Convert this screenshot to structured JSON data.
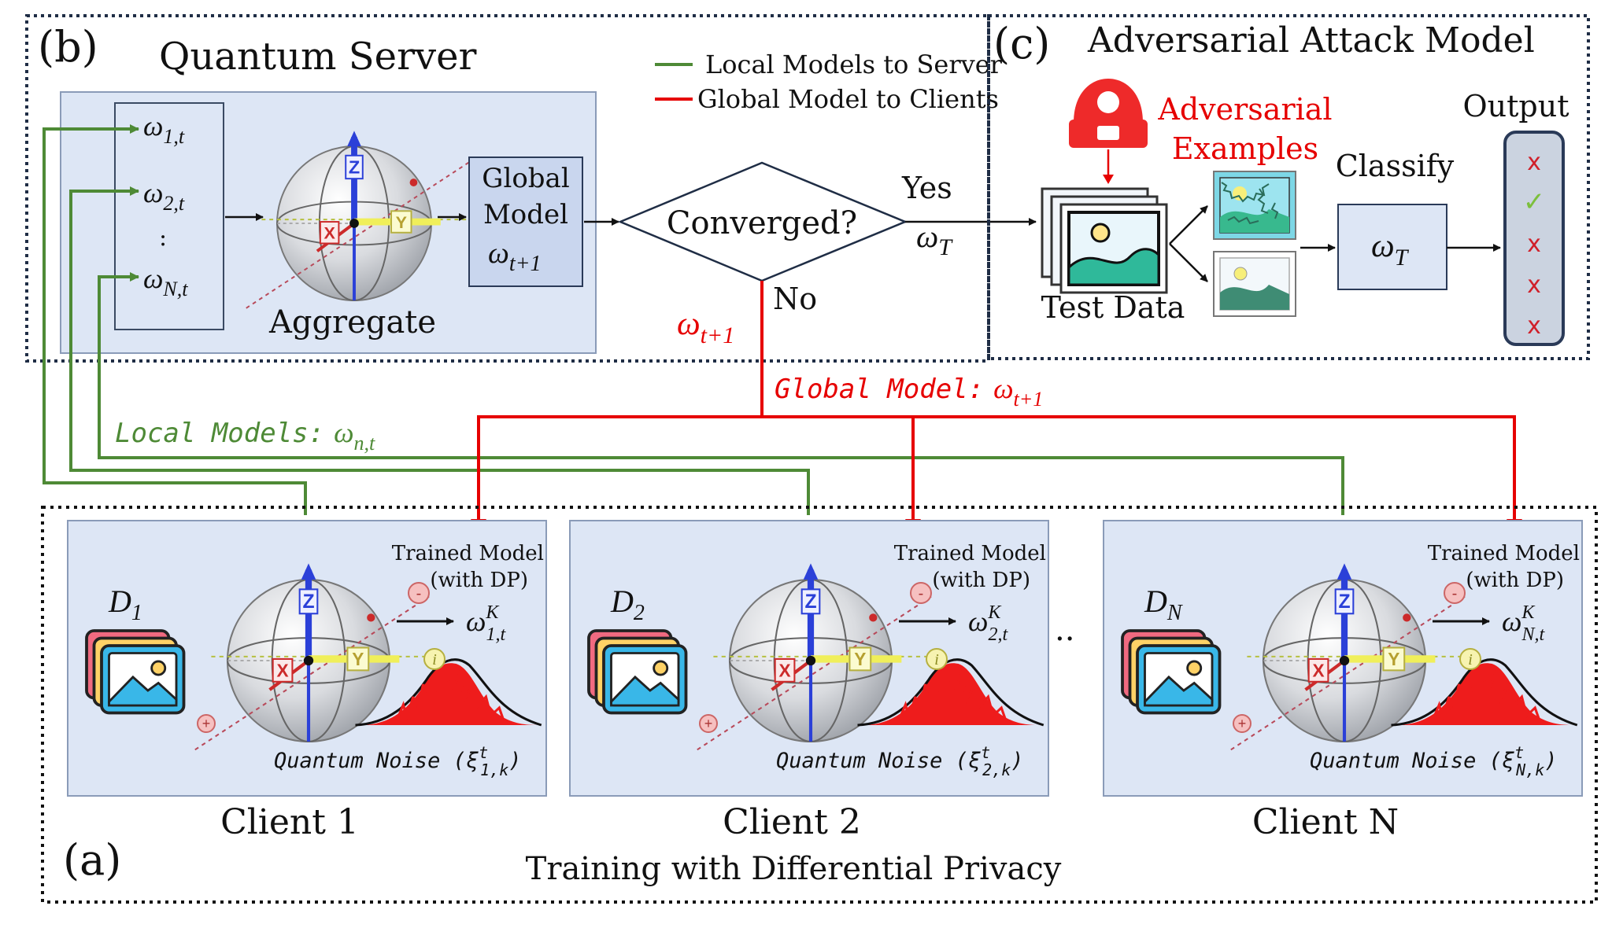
{
  "colors": {
    "green": "#4e8a36",
    "red": "#e60000",
    "panel": "#dde6f5",
    "border": "#1f2d45",
    "output_bg": "#cbd3e0"
  },
  "server": {
    "tag": "(b)",
    "title": "Quantum Server",
    "w1_base": "ω",
    "w1_sub": "1,t",
    "w2_base": "ω",
    "w2_sub": "2,t",
    "dots": ":",
    "wN_base": "ω",
    "wN_sub": "N,t",
    "aggregate_label": "Aggregate",
    "global_line1": "Global",
    "global_line2": "Model",
    "global_w_base": "ω",
    "global_w_sub": "t+1"
  },
  "legend": {
    "local": "Local Models to Server",
    "global": "Global Model to Clients"
  },
  "decision": {
    "label": "Converged?",
    "yes": "Yes",
    "no": "No",
    "wT_base": "ω",
    "wT_sub": "T",
    "wt1_base": "ω",
    "wt1_sub": "t+1"
  },
  "flow_labels": {
    "global_model_prefix": "Global Model:",
    "global_model_base": "ω",
    "global_model_sub": "t+1",
    "local_models_prefix": "Local Models:",
    "local_models_base": "ω",
    "local_models_sub": "n,t"
  },
  "attack": {
    "tag": "(c)",
    "title": "Adversarial Attack Model",
    "adv_line1": "Adversarial",
    "adv_line2": "Examples",
    "classify": "Classify",
    "output": "Output",
    "test_data": "Test Data",
    "model_base": "ω",
    "model_sub": "T",
    "outputs": [
      "x",
      "✓",
      "x",
      "x",
      "x"
    ]
  },
  "clients": [
    {
      "dataset_base": "D",
      "dataset_sub": "1",
      "trained1": "Trained Model",
      "trained2": "(with DP)",
      "w_base": "ω",
      "w_sup": "K",
      "w_sub": "1,t",
      "noise_prefix": "Quantum Noise (ξ",
      "noise_sup": "t",
      "noise_sub": "1,k",
      "noise_suffix": ")",
      "label": "Client 1"
    },
    {
      "dataset_base": "D",
      "dataset_sub": "2",
      "trained1": "Trained Model",
      "trained2": "(with DP)",
      "w_base": "ω",
      "w_sup": "K",
      "w_sub": "2,t",
      "noise_prefix": "Quantum Noise (ξ",
      "noise_sup": "t",
      "noise_sub": "2,k",
      "noise_suffix": ")",
      "label": "Client 2"
    },
    {
      "dataset_base": "D",
      "dataset_sub": "N",
      "trained1": "Trained Model",
      "trained2": "(with DP)",
      "w_base": "ω",
      "w_sup": "K",
      "w_sub": "N,t",
      "noise_prefix": "Quantum Noise (ξ",
      "noise_sup": "t",
      "noise_sub": "N,k",
      "noise_suffix": ")",
      "label": "Client N"
    }
  ],
  "between_clients": "..",
  "bloch": {
    "z": "Z",
    "x": "X",
    "y": "Y",
    "i": "i",
    "minus": "-",
    "plus": "+"
  },
  "training": {
    "tag": "(a)",
    "title": "Training with Differential Privacy"
  }
}
